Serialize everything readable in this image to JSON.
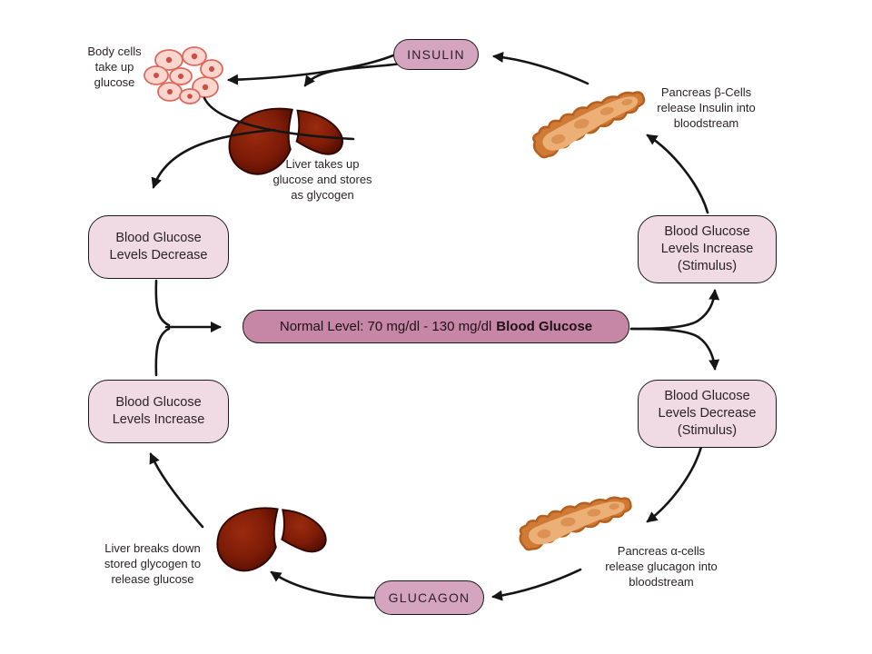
{
  "colors": {
    "pill_fill": "#d5a5c0",
    "center_fill": "#c687a7",
    "box_fill": "#f0dae4",
    "outline": "#1b1b1b",
    "arrow": "#151515",
    "pancreas_border": "#b5601f",
    "pancreas_fill": "#cf7a35",
    "pancreas_inner": "#ecb077",
    "cell_fill": "#fad6ce",
    "cell_stroke": "#de6a5e",
    "cell_nucleus": "#cd4d42"
  },
  "nodes": {
    "insulin": "INSULIN",
    "glucagon": "GLUCAGON",
    "center_normal": "Normal Level: 70 mg/dl - 130 mg/dl",
    "center_bold": "Blood Glucose",
    "left_upper": "Blood Glucose\nLevels Decrease",
    "left_lower": "Blood Glucose\nLevels Increase",
    "right_upper": "Blood Glucose\nLevels Increase\n(Stimulus)",
    "right_lower": "Blood Glucose\nLevels Decrease\n(Stimulus)"
  },
  "labels": {
    "body_cells": "Body cells\ntake up\nglucose",
    "liver_top": "Liver takes up\nglucose and stores\nas glycogen",
    "pancreas_top": "Pancreas β-Cells\nrelease Insulin into\nbloodstream",
    "liver_bottom": "Liver breaks down\nstored glycogen to\nrelease glucose",
    "pancreas_bottom": "Pancreas α-cells\nrelease glucagon into\nbloodstream"
  },
  "edges": [
    {
      "from": "pancreas-beta-cells",
      "to": "insulin"
    },
    {
      "from": "insulin",
      "to": "body-cells"
    },
    {
      "from": "insulin",
      "to": "liver-top"
    },
    {
      "from": "liver-top",
      "to": "blood-glucose-levels-decrease"
    },
    {
      "from": "blood-glucose-levels-decrease",
      "to": "normal-level"
    },
    {
      "from": "blood-glucose-levels-increase",
      "to": "normal-level"
    },
    {
      "from": "normal-level",
      "to": "blood-glucose-levels-increase-stimulus"
    },
    {
      "from": "normal-level",
      "to": "blood-glucose-levels-decrease-stimulus"
    },
    {
      "from": "blood-glucose-levels-increase-stimulus",
      "to": "pancreas-beta-cells"
    },
    {
      "from": "blood-glucose-levels-decrease-stimulus",
      "to": "pancreas-alpha-cells"
    },
    {
      "from": "pancreas-alpha-cells",
      "to": "glucagon"
    },
    {
      "from": "glucagon",
      "to": "liver-bottom"
    },
    {
      "from": "liver-bottom",
      "to": "blood-glucose-levels-increase"
    }
  ]
}
